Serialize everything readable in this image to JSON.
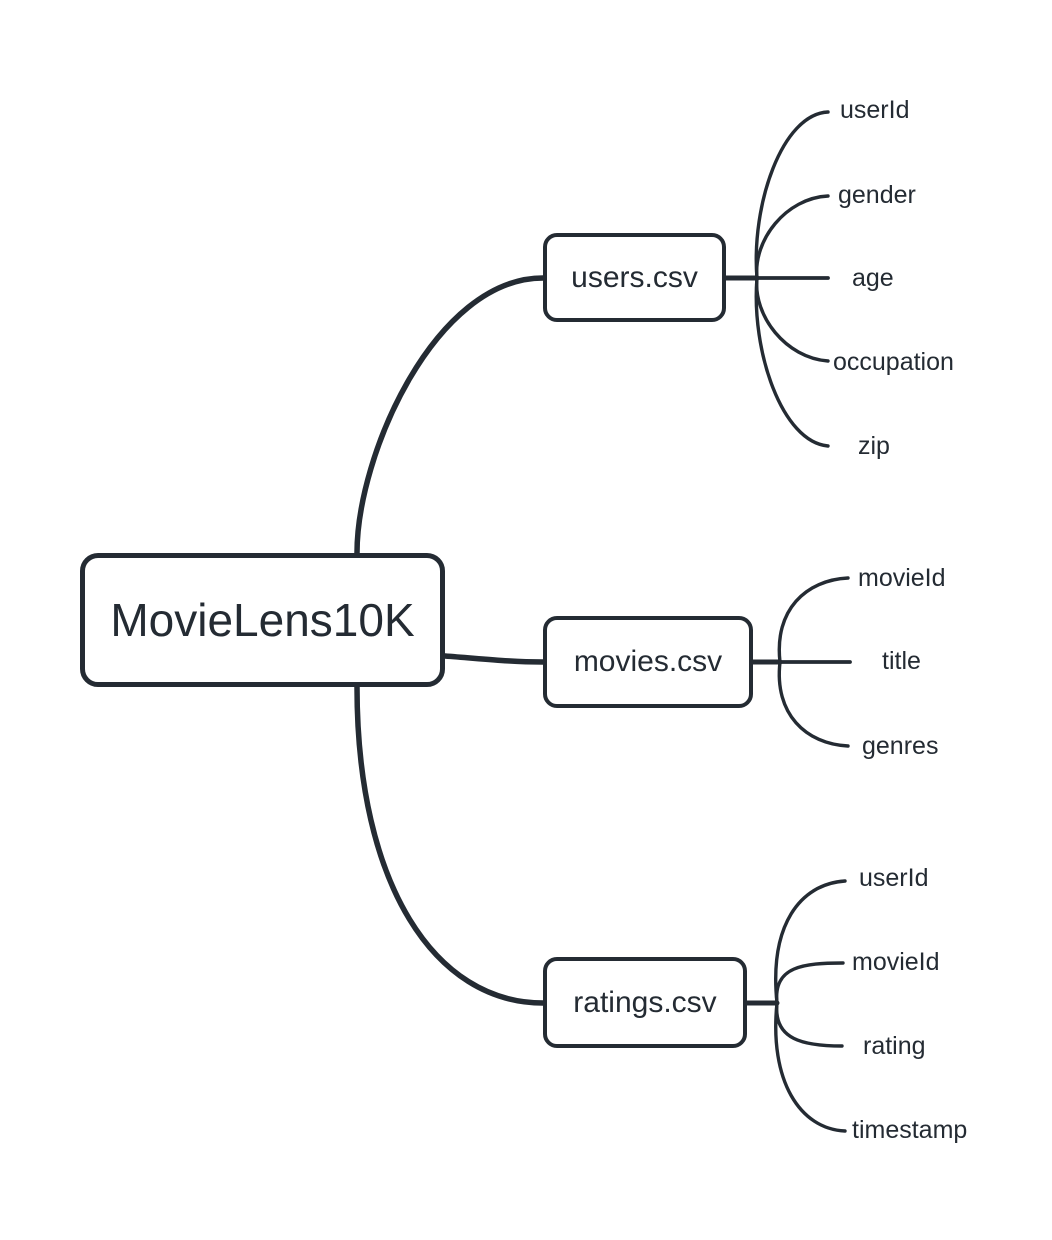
{
  "diagram": {
    "type": "mindmap",
    "root": {
      "label": "MovieLens10K"
    },
    "branches": [
      {
        "label": "users.csv",
        "leaves": [
          "userId",
          "gender",
          "age",
          "occupation",
          "zip"
        ]
      },
      {
        "label": "movies.csv",
        "leaves": [
          "movieId",
          "title",
          "genres"
        ]
      },
      {
        "label": "ratings.csv",
        "leaves": [
          "userId",
          "movieId",
          "rating",
          "timestamp"
        ]
      }
    ],
    "colors": {
      "ink": "#242b33",
      "background": "#ffffff"
    }
  }
}
